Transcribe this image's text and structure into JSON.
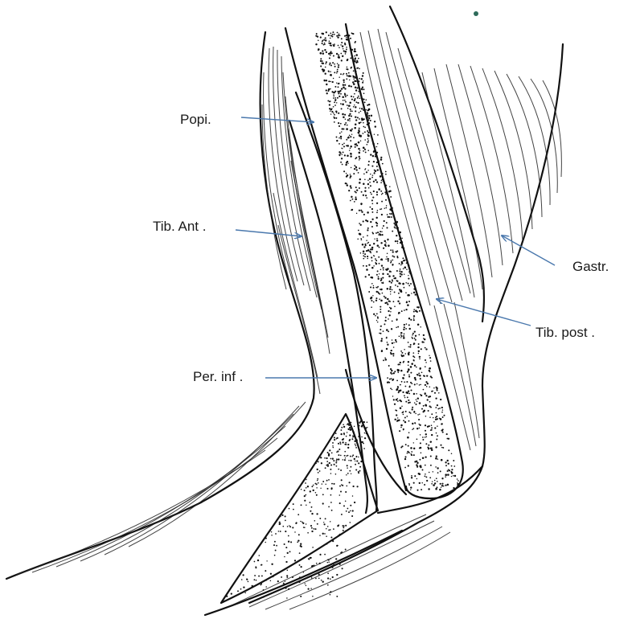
{
  "figure": {
    "labels": {
      "popi": "Popi.",
      "tib_ant": "Tib. Ant .",
      "gastr": "Gastr.",
      "tib_post": "Tib. post .",
      "per_inf": "Per. inf ."
    },
    "colors": {
      "ink": "#111111",
      "pointer": "#4a78ad",
      "dot": "#2e6b5a",
      "background": "#ffffff"
    }
  }
}
